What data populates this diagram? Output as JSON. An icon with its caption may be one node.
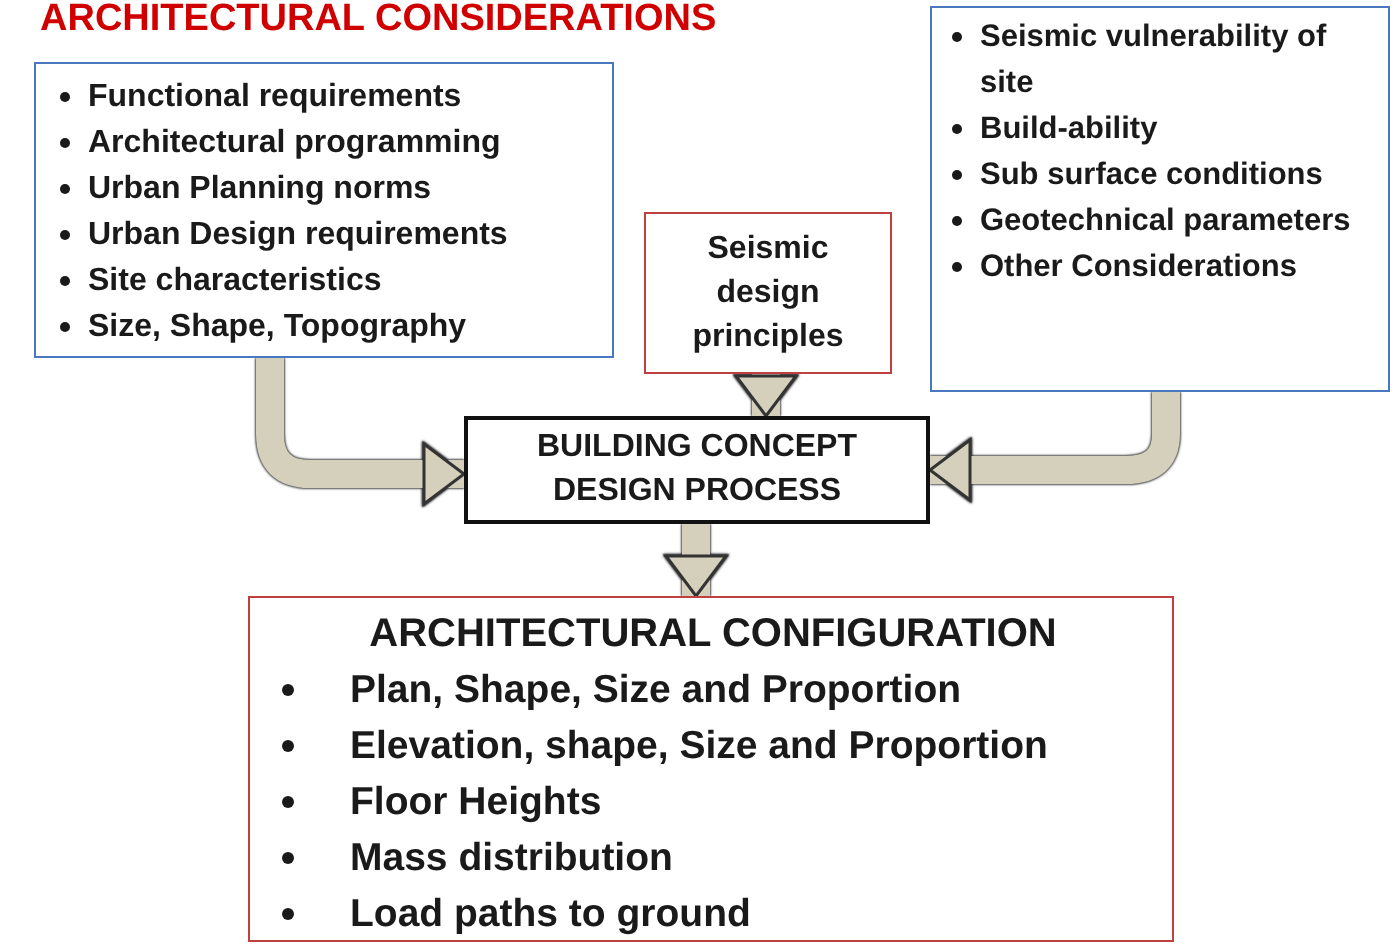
{
  "diagram": {
    "title": "ARCHITECTURAL CONSIDERATIONS",
    "nodes": [
      {
        "text": [
          "Functional requirements",
          "Architectural programming",
          "Urban Planning norms",
          "Urban Design requirements",
          "Site characteristics",
          "Size, Shape, Topography"
        ]
      },
      {
        "text": [
          "Seismic design principles"
        ]
      },
      {
        "text": [
          "Seismic vulnerability of site",
          "Build-ability",
          "Sub surface conditions",
          "Geotechnical parameters",
          "Other Considerations"
        ]
      },
      {
        "text": [
          "BUILDING CONCEPT DESIGN PROCESS"
        ]
      },
      {
        "text": [
          "ARCHITECTURAL CONFIGURATION",
          "Plan, Shape, Size and Proportion",
          "Elevation, shape, Size and Proportion",
          "Floor Heights",
          "Mass distribution",
          "Load paths to ground"
        ]
      }
    ],
    "edges": [
      {
        "from": 0,
        "to": 3,
        "arrow": "to"
      },
      {
        "from": 1,
        "to": 3,
        "arrow": "to"
      },
      {
        "from": 2,
        "to": 3,
        "arrow": "to"
      },
      {
        "from": 3,
        "to": 4,
        "arrow": "to"
      }
    ]
  }
}
